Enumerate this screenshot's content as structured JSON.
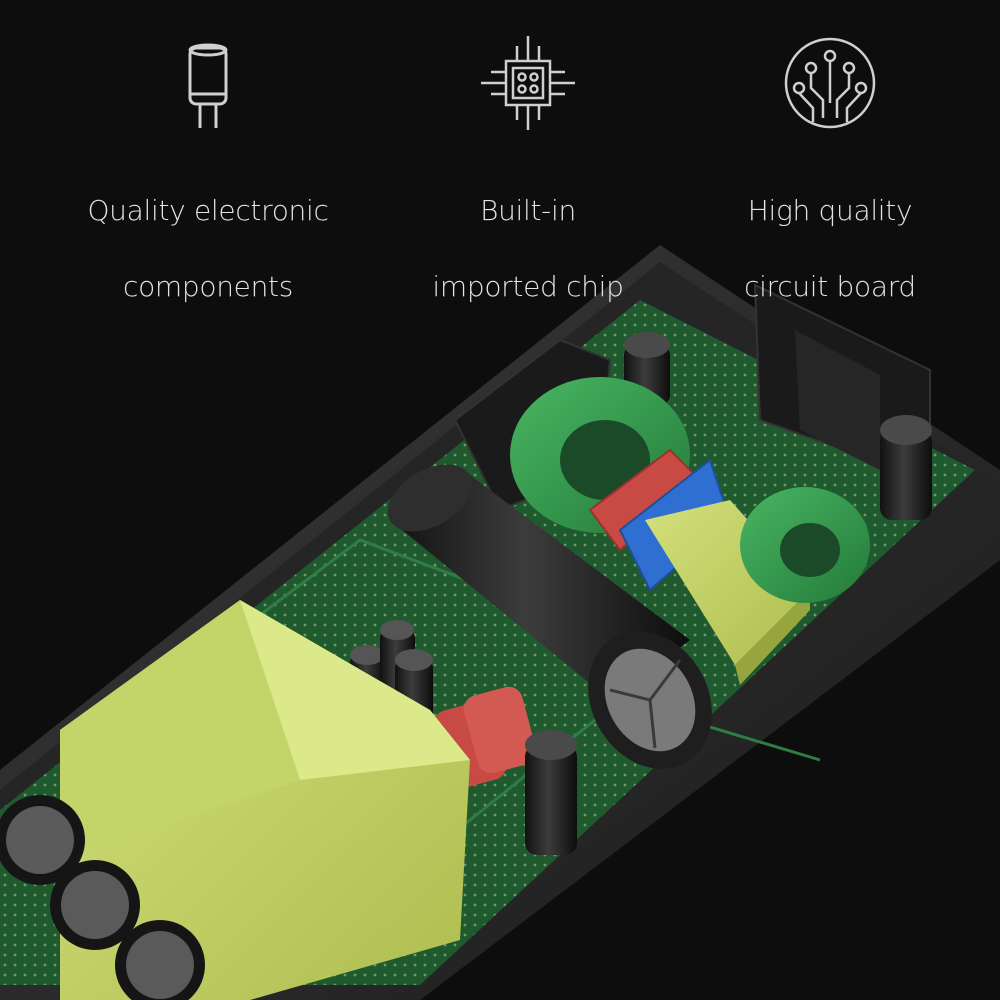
{
  "features": [
    {
      "icon": "capacitor-icon",
      "line1": "Quality electronic",
      "line2": "components"
    },
    {
      "icon": "chip-icon",
      "line1": "Built-in",
      "line2": "imported chip"
    },
    {
      "icon": "circuit-board-icon",
      "line1": "High quality",
      "line2": "circuit board"
    }
  ],
  "colors": {
    "background": "#0d0d0d",
    "housing": "#2b2b2b",
    "pcb": "#1f5a2e",
    "transformer_yellow": "#c8d86a",
    "toroid_green": "#3aa053",
    "capacitor_red": "#c84a44",
    "capacitor_blue": "#2f6fd1"
  }
}
